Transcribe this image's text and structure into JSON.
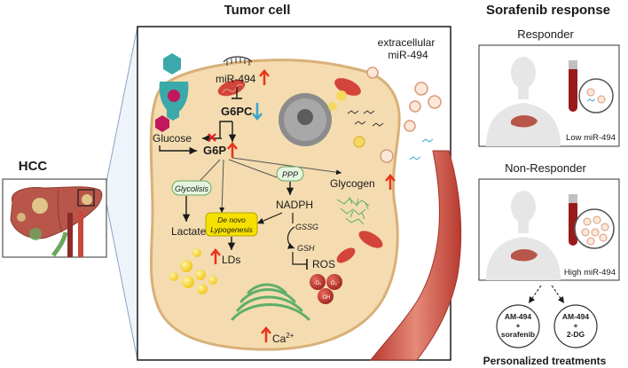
{
  "titles": {
    "tumor_cell": "Tumor cell",
    "sorafenib_response": "Sorafenib response",
    "hcc": "HCC"
  },
  "cell": {
    "extracellular_line1": "extracellular",
    "extracellular_line2": "miR-494",
    "mir494": "miR-494",
    "g6pc": "G6PC",
    "glucose": "Glucose",
    "g6p": "G6P",
    "glycolisis": "Glycolisis",
    "ppp": "PPP",
    "nadph": "NADPH",
    "glycogen": "Glycogen",
    "lactate": "Lactate",
    "lipogenesis_line1": "De novo",
    "lipogenesis_line2": "Lypogenesis",
    "gssg": "GSSG",
    "gsh": "GSH",
    "ros": "ROS",
    "lds": "LDs",
    "ca": "Ca",
    "ca_sup": "2+",
    "ros_molecules": [
      "·O₂",
      "·O₂⁻",
      "·OH"
    ]
  },
  "responder": {
    "header": "Responder",
    "caption": "Low miR-494"
  },
  "non_responder": {
    "header": "Non-Responder",
    "caption": "High miR-494"
  },
  "treatments": {
    "option1": [
      "AM-494",
      "+",
      "sorafenib"
    ],
    "option2": [
      "AM-494",
      "+",
      "2-DG"
    ],
    "footer": "Personalized treatments"
  },
  "colors": {
    "cell_fill": "#f4dcb0",
    "cell_border": "#d8b078",
    "up_arrow": "#e8341c",
    "down_arrow": "#3aa6c9",
    "inhibit_x": "#e02020",
    "lipid_drop": "#f5d33a",
    "mitochondria": "#d3453a",
    "er": "#5fae6a",
    "vessel": "#c95040",
    "ros_bubble": "#c0392b",
    "label_box_green": "#e4f5e0",
    "label_box_yellow": "#f6e000"
  }
}
